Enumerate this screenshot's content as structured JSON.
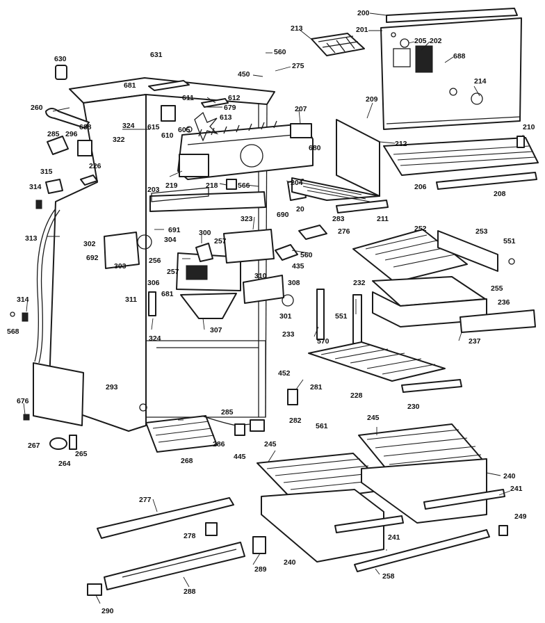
{
  "diagram": {
    "callouts": [
      {
        "id": "c200",
        "text": "200"
      },
      {
        "id": "c201",
        "text": "201"
      },
      {
        "id": "c202",
        "text": "202"
      },
      {
        "id": "c205",
        "text": "205"
      },
      {
        "id": "c688a",
        "text": "688"
      },
      {
        "id": "c213",
        "text": "213"
      },
      {
        "id": "c560a",
        "text": "560"
      },
      {
        "id": "c275",
        "text": "275"
      },
      {
        "id": "c450",
        "text": "450"
      },
      {
        "id": "c630",
        "text": "630"
      },
      {
        "id": "c631",
        "text": "631"
      },
      {
        "id": "c681a",
        "text": "681"
      },
      {
        "id": "c611",
        "text": "611"
      },
      {
        "id": "c612",
        "text": "612"
      },
      {
        "id": "c679",
        "text": "679"
      },
      {
        "id": "c613",
        "text": "613"
      },
      {
        "id": "c610",
        "text": "610"
      },
      {
        "id": "c615",
        "text": "615"
      },
      {
        "id": "c605",
        "text": "605"
      },
      {
        "id": "c209",
        "text": "209"
      },
      {
        "id": "c214",
        "text": "214"
      },
      {
        "id": "c260",
        "text": "260"
      },
      {
        "id": "c324a",
        "text": "324"
      },
      {
        "id": "c322",
        "text": "322"
      },
      {
        "id": "c207",
        "text": "207"
      },
      {
        "id": "c680",
        "text": "680"
      },
      {
        "id": "c212",
        "text": "212"
      },
      {
        "id": "c210",
        "text": "210"
      },
      {
        "id": "c285",
        "text": "285"
      },
      {
        "id": "c296",
        "text": "296"
      },
      {
        "id": "c688b",
        "text": "688"
      },
      {
        "id": "c226",
        "text": "226"
      },
      {
        "id": "c315",
        "text": "315"
      },
      {
        "id": "c314a",
        "text": "314"
      },
      {
        "id": "c203",
        "text": "203"
      },
      {
        "id": "c219",
        "text": "219"
      },
      {
        "id": "c218",
        "text": "218"
      },
      {
        "id": "c566",
        "text": "566"
      },
      {
        "id": "c204",
        "text": "204"
      },
      {
        "id": "c206",
        "text": "206"
      },
      {
        "id": "c208",
        "text": "208"
      },
      {
        "id": "c20",
        "text": "20"
      },
      {
        "id": "c211",
        "text": "211"
      },
      {
        "id": "c313",
        "text": "313"
      },
      {
        "id": "c691",
        "text": "691"
      },
      {
        "id": "c690",
        "text": "690"
      },
      {
        "id": "c323",
        "text": "323"
      },
      {
        "id": "c283",
        "text": "283"
      },
      {
        "id": "c252",
        "text": "252"
      },
      {
        "id": "c253",
        "text": "253"
      },
      {
        "id": "c300",
        "text": "300"
      },
      {
        "id": "c302",
        "text": "302"
      },
      {
        "id": "c304",
        "text": "304"
      },
      {
        "id": "c257a",
        "text": "257"
      },
      {
        "id": "c276",
        "text": "276"
      },
      {
        "id": "c551a",
        "text": "551"
      },
      {
        "id": "c692",
        "text": "692"
      },
      {
        "id": "c303",
        "text": "303"
      },
      {
        "id": "c256",
        "text": "256"
      },
      {
        "id": "c560b",
        "text": "560"
      },
      {
        "id": "c435",
        "text": "435"
      },
      {
        "id": "c257b",
        "text": "257"
      },
      {
        "id": "c306",
        "text": "306"
      },
      {
        "id": "c681b",
        "text": "681"
      },
      {
        "id": "c310",
        "text": "310"
      },
      {
        "id": "c308",
        "text": "308"
      },
      {
        "id": "c255",
        "text": "255"
      },
      {
        "id": "c232",
        "text": "232"
      },
      {
        "id": "c236",
        "text": "236"
      },
      {
        "id": "c311",
        "text": "311"
      },
      {
        "id": "c301",
        "text": "301"
      },
      {
        "id": "c551b",
        "text": "551"
      },
      {
        "id": "c314b",
        "text": "314"
      },
      {
        "id": "c307",
        "text": "307"
      },
      {
        "id": "c233",
        "text": "233"
      },
      {
        "id": "c570",
        "text": "570"
      },
      {
        "id": "c237",
        "text": "237"
      },
      {
        "id": "c568",
        "text": "568"
      },
      {
        "id": "c324b",
        "text": "324"
      },
      {
        "id": "c452",
        "text": "452"
      },
      {
        "id": "c281",
        "text": "281"
      },
      {
        "id": "c228",
        "text": "228"
      },
      {
        "id": "c293",
        "text": "293"
      },
      {
        "id": "c230",
        "text": "230"
      },
      {
        "id": "c676",
        "text": "676"
      },
      {
        "id": "c245a",
        "text": "245"
      },
      {
        "id": "c285b",
        "text": "285"
      },
      {
        "id": "c282",
        "text": "282"
      },
      {
        "id": "c561",
        "text": "561"
      },
      {
        "id": "c267",
        "text": "267"
      },
      {
        "id": "c286",
        "text": "286"
      },
      {
        "id": "c245b",
        "text": "245"
      },
      {
        "id": "c445",
        "text": "445"
      },
      {
        "id": "c268",
        "text": "268"
      },
      {
        "id": "c264",
        "text": "264"
      },
      {
        "id": "c265",
        "text": "265"
      },
      {
        "id": "c240a",
        "text": "240"
      },
      {
        "id": "c241a",
        "text": "241"
      },
      {
        "id": "c277",
        "text": "277"
      },
      {
        "id": "c249",
        "text": "249"
      },
      {
        "id": "c278",
        "text": "278"
      },
      {
        "id": "c241b",
        "text": "241"
      },
      {
        "id": "c240b",
        "text": "240"
      },
      {
        "id": "c289",
        "text": "289"
      },
      {
        "id": "c258",
        "text": "258"
      },
      {
        "id": "c288",
        "text": "288"
      },
      {
        "id": "c290",
        "text": "290"
      }
    ]
  }
}
